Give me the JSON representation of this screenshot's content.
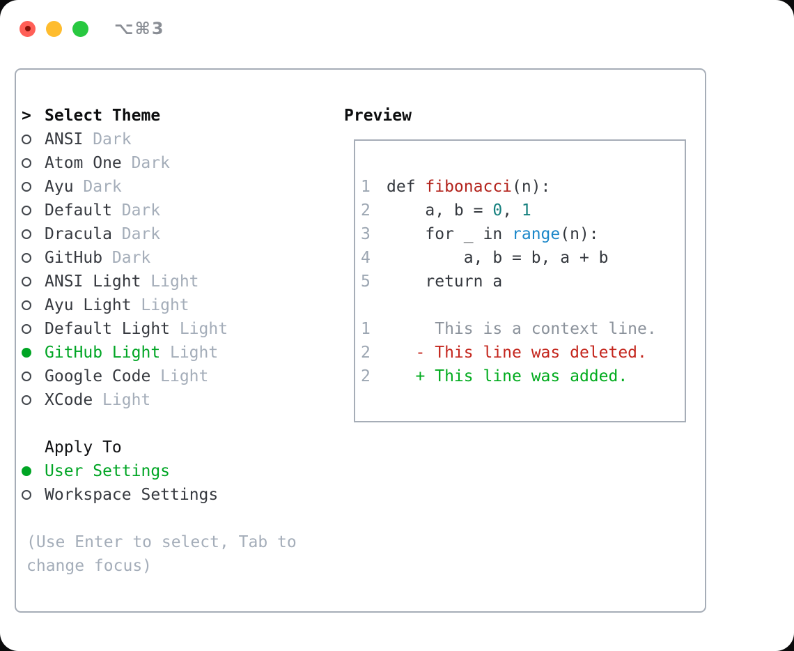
{
  "window": {
    "title": "⌥⌘3"
  },
  "theme_picker": {
    "prompt": ">",
    "heading": "Select Theme",
    "items": [
      {
        "name": "ANSI",
        "variant": "Dark",
        "selected": false
      },
      {
        "name": "Atom One",
        "variant": "Dark",
        "selected": false
      },
      {
        "name": "Ayu",
        "variant": "Dark",
        "selected": false
      },
      {
        "name": "Default",
        "variant": "Dark",
        "selected": false
      },
      {
        "name": "Dracula",
        "variant": "Dark",
        "selected": false
      },
      {
        "name": "GitHub",
        "variant": "Dark",
        "selected": false
      },
      {
        "name": "ANSI Light",
        "variant": "Light",
        "selected": false
      },
      {
        "name": "Ayu Light",
        "variant": "Light",
        "selected": false
      },
      {
        "name": "Default Light",
        "variant": "Light",
        "selected": false
      },
      {
        "name": "GitHub Light",
        "variant": "Light",
        "selected": true
      },
      {
        "name": "Google Code",
        "variant": "Light",
        "selected": false
      },
      {
        "name": "XCode",
        "variant": "Light",
        "selected": false
      }
    ],
    "apply_to": {
      "heading": "Apply To",
      "options": [
        {
          "label": "User Settings",
          "selected": true
        },
        {
          "label": "Workspace Settings",
          "selected": false
        }
      ]
    },
    "hint_lines": [
      "(Use Enter to select, Tab to",
      "change focus)"
    ]
  },
  "preview": {
    "heading": "Preview",
    "code_lines": [
      {
        "number": "1",
        "tokens": [
          {
            "text": "def ",
            "color": "fg"
          },
          {
            "text": "fibonacci",
            "color": "function"
          },
          {
            "text": "(n):",
            "color": "fg"
          }
        ]
      },
      {
        "number": "2",
        "tokens": [
          {
            "text": "    a, b = ",
            "color": "fg"
          },
          {
            "text": "0",
            "color": "number"
          },
          {
            "text": ", ",
            "color": "fg"
          },
          {
            "text": "1",
            "color": "number"
          }
        ]
      },
      {
        "number": "3",
        "tokens": [
          {
            "text": "    for _ in ",
            "color": "fg"
          },
          {
            "text": "range",
            "color": "builtin"
          },
          {
            "text": "(n):",
            "color": "fg"
          }
        ]
      },
      {
        "number": "4",
        "tokens": [
          {
            "text": "        a, b = b, a + b",
            "color": "fg"
          }
        ]
      },
      {
        "number": "5",
        "tokens": [
          {
            "text": "    return a",
            "color": "fg"
          }
        ]
      }
    ],
    "diff_lines": [
      {
        "number": "1",
        "marker": " ",
        "text": "This is a context line.",
        "kind": "context"
      },
      {
        "number": "2",
        "marker": "-",
        "text": "This line was deleted.",
        "kind": "deleted"
      },
      {
        "number": "2",
        "marker": "+",
        "text": "This line was added.",
        "kind": "added"
      }
    ]
  },
  "colors": {
    "accent_green": "#00a524",
    "traffic_close": "#ff5f57",
    "traffic_close_dot": "#871209",
    "traffic_minimize": "#febc2e",
    "traffic_zoom": "#28c840",
    "syntax_fg": "#33373d",
    "syntax_function": "#b3231c",
    "syntax_number": "#16807e",
    "syntax_builtin": "#1b87c9",
    "line_number": "#9ca6b2",
    "diff_context": "#8b929b",
    "diff_deleted": "#c4261d",
    "diff_added": "#00ab1d"
  }
}
